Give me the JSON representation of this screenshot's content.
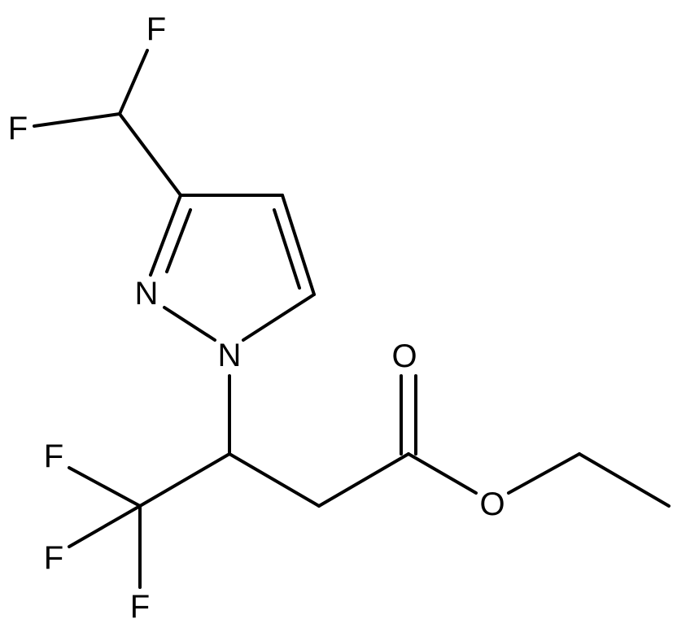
{
  "diagram": {
    "type": "structural-formula",
    "atom_labels": {
      "f_top": "F",
      "f_left": "F",
      "n_pyrazole_2": "N",
      "n_pyrazole_1": "N",
      "o_carbonyl": "O",
      "o_ester": "O",
      "f_cf3_upper": "F",
      "f_cf3_mid": "F",
      "f_cf3_lower": "F"
    },
    "colors": {
      "bond": "#000000",
      "label": "#000000",
      "background": "#ffffff"
    }
  }
}
